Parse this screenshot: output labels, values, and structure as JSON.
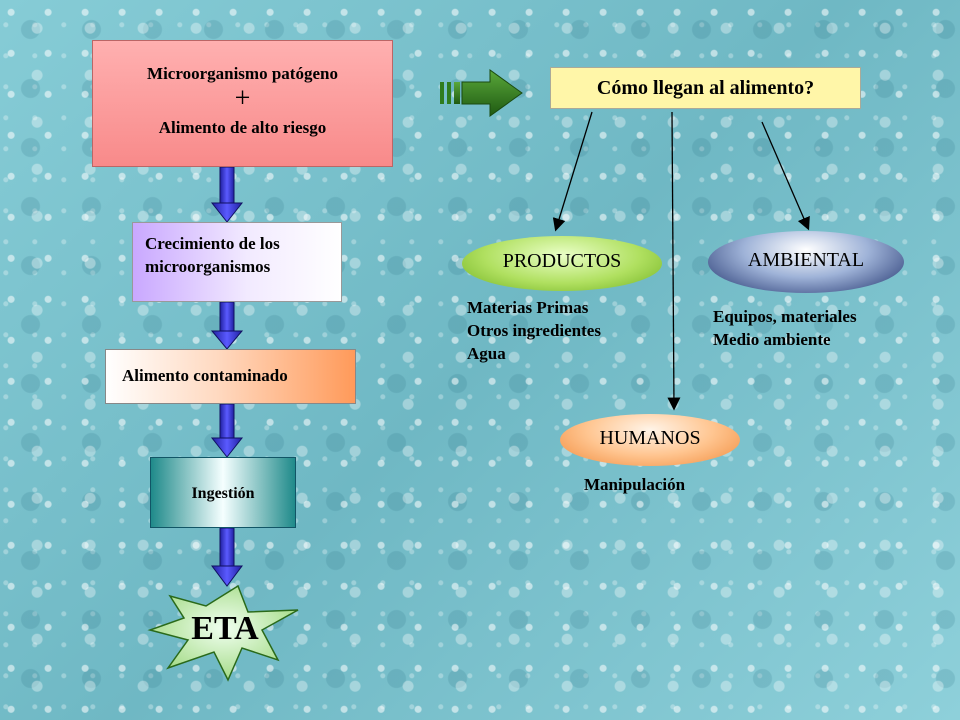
{
  "main_box": {
    "line1": "Microorganismo patógeno",
    "plus": "+",
    "line2": "Alimento de alto riesgo"
  },
  "steps": {
    "growth_line1": "Crecimiento de los",
    "growth_line2": "microorganismos",
    "contaminated": "Alimento contaminado",
    "ingestion": "Ingestión",
    "eta": "ETA"
  },
  "question": "Cómo llegan al alimento?",
  "sources": {
    "products": {
      "label": "PRODUCTOS",
      "items": [
        "Materias Primas",
        "Otros ingredientes",
        "Agua"
      ]
    },
    "environment": {
      "label": "AMBIENTAL",
      "items": [
        "Equipos, materiales",
        "Medio ambiente"
      ]
    },
    "humans": {
      "label": "HUMANOS",
      "items": [
        "Manipulación"
      ]
    }
  },
  "colors": {
    "main_box": "#f88a8a",
    "growth_box": "#c9a8ff",
    "contaminated_box": "#ff9a5a",
    "ingestion_box": "#1f8a8a",
    "question_box": "#fff6a8",
    "flow_arrow": "#3a3ae0",
    "green_arrow": "#2e7d1e",
    "eta_star": "#c8f0b0"
  }
}
